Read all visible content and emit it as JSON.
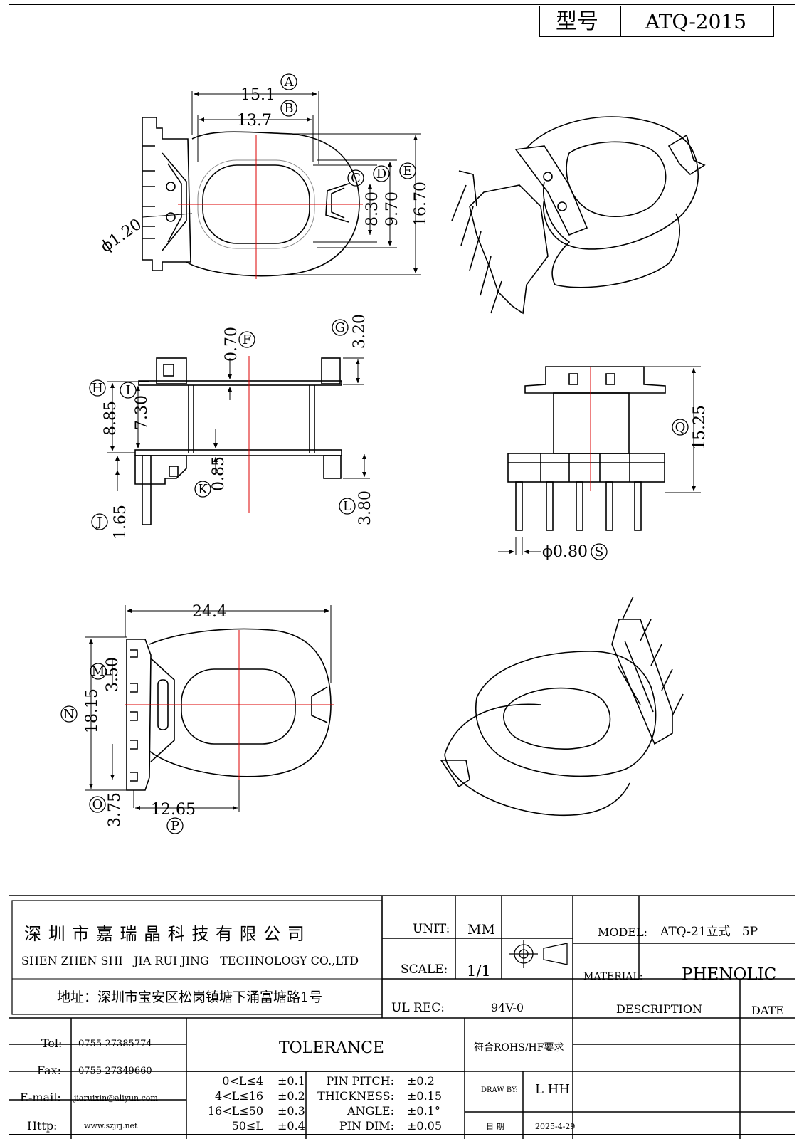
{
  "header": {
    "model_label": "型号",
    "model_value": "ATQ-2015"
  },
  "dimensions": {
    "A": "15.1",
    "B": "13.7",
    "C": "8.30",
    "D": "9.70",
    "E": "16.70",
    "hole": "ϕ1.20",
    "F": "0.70",
    "G": "3.20",
    "H": "8.85",
    "I": "7.30",
    "K": "0.85",
    "J": "1.65",
    "L": "3.80",
    "Q": "15.25",
    "S": "ϕ0.80",
    "top_width": "24.4",
    "M": "3.50",
    "N": "18.15",
    "O": "3.75",
    "P": "12.65"
  },
  "labels": {
    "A": "A",
    "B": "B",
    "C": "C",
    "D": "D",
    "E": "E",
    "F": "F",
    "G": "G",
    "H": "H",
    "I": "I",
    "J": "J",
    "K": "K",
    "L": "L",
    "M": "M",
    "N": "N",
    "O": "O",
    "P": "P",
    "Q": "Q",
    "S": "S"
  },
  "company": {
    "name_cn": "深 圳 市 嘉 瑞 晶 科 技 有 限 公 司",
    "name_en": "SHEN ZHEN SHI   JIA RUI JING   TECHNOLOGY CO.,LTD",
    "address": "地址：深圳市宝安区松岗镇塘下涌富塘路1号"
  },
  "contact": {
    "tel_label": "Tel:",
    "tel": "0755-27385774",
    "fax_label": "Fax:",
    "fax": "0755-27349660",
    "email_label": "E-mail:",
    "email": "jiaruixin@aliyun.com",
    "http_label": "Http:",
    "http": "www.szjrj.net"
  },
  "spec": {
    "unit_label": "UNIT:",
    "unit": "MM",
    "scale_label": "SCALE:",
    "scale": "1/1",
    "ul_label": "UL REC:",
    "ul": "94V-0",
    "model_label": "MODEL:",
    "model": "ATQ-21立式   5P",
    "material_label": "MATERIAL:",
    "material": "PHENOLIC",
    "description_label": "DESCRIPTION",
    "date_label": "DATE",
    "rohs": "符合ROHS/HF要求",
    "drawn_label": "DRAW BY:",
    "drawn": "L HH",
    "date_cn_label": "日 期",
    "date": "2025-4-29"
  },
  "tolerance": {
    "title": "TOLERANCE",
    "rows": [
      {
        "range": "0<L≤4",
        "tol": "±0.1",
        "name": "PIN PITCH:",
        "value": "±0.2"
      },
      {
        "range": "4<L≤16",
        "tol": "±0.2",
        "name": "THICKNESS:",
        "value": "±0.15"
      },
      {
        "range": "16<L≤50",
        "tol": "±0.3",
        "name": "ANGLE:",
        "value": "±0.1°"
      },
      {
        "range": "50≤L",
        "tol": "±0.4",
        "name": "PIN DIM:",
        "value": "±0.05"
      }
    ]
  }
}
